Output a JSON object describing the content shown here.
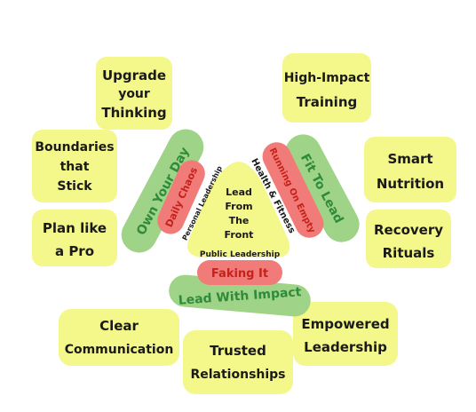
{
  "outer_topics": {
    "upgrade_thinking": [
      "Upgrade",
      "your",
      "Thinking"
    ],
    "high_impact_training": [
      "High-Impact",
      "Training"
    ],
    "boundaries_stick": [
      "Boundaries",
      "that",
      "Stick"
    ],
    "smart_nutrition": [
      "Smart",
      "Nutrition"
    ],
    "plan_like_pro": [
      "Plan like",
      "a Pro"
    ],
    "recovery_rituals": [
      "Recovery",
      "Rituals"
    ],
    "clear_communication": [
      "Clear",
      "Communication"
    ],
    "trusted_relationships": [
      "Trusted",
      "Relationships"
    ],
    "empowered_leadership": [
      "Empowered",
      "Leadership"
    ]
  },
  "arcs": {
    "own_your_day": "Own Your Day",
    "fit_to_lead": "Fit To Lead",
    "lead_with_impact": "Lead With Impact"
  },
  "warnings": {
    "daily_chaos": "Daily Chaos",
    "running_on_empty": "Running On Empty",
    "faking_it": "Faking It"
  },
  "center": {
    "lines": [
      "Lead",
      "From",
      "The",
      "Front"
    ],
    "personal_leadership": "Personal Leadership",
    "health_fitness": "Health & Fitness",
    "public_leadership": "Public Leadership"
  },
  "colors": {
    "sticky_yellow": "#f4f78a",
    "arc_green": "#9fd488",
    "warning_red": "#f07b78",
    "text_green": "#2f8a3b",
    "text_red": "#c7211b"
  }
}
